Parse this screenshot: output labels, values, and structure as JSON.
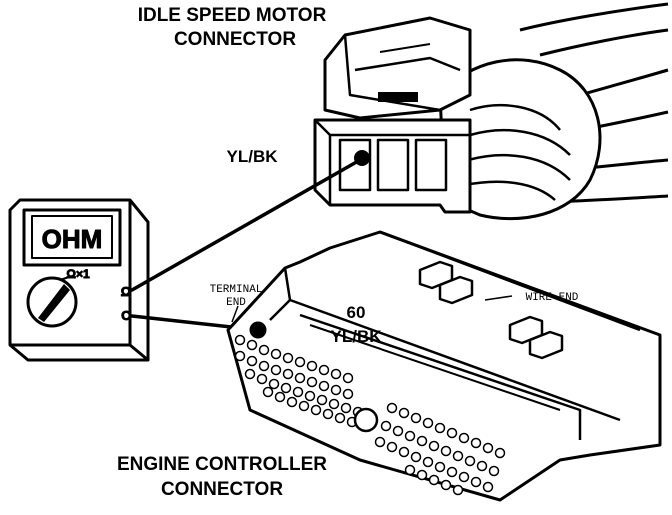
{
  "labels": {
    "idle_motor_line1": "IDLE SPEED MOTOR",
    "idle_motor_line2": "CONNECTOR",
    "idle_wire": "YL/BK",
    "terminal_line1": "TERMINAL",
    "terminal_line2": "END",
    "wire_end": "WIRE END",
    "pin_number": "60",
    "ecm_wire": "YL/BK",
    "engine_line1": "ENGINE CONTROLLER",
    "engine_line2": "CONNECTOR"
  },
  "meter": {
    "display": "OHM",
    "range": "Ω×1",
    "jack_upper": "Ω",
    "jack_lower": "C"
  }
}
